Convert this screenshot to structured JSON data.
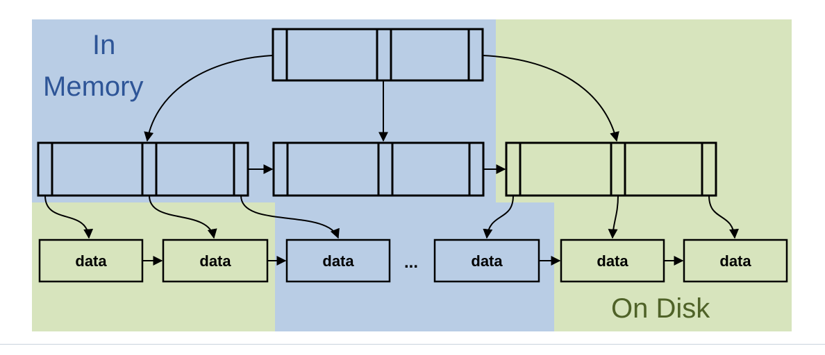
{
  "labels": {
    "in_memory_line1": "In",
    "in_memory_line2": "Memory",
    "on_disk": "On Disk"
  },
  "leaf_label": "data",
  "ellipsis": "...",
  "colors": {
    "memory": "#b9cde5",
    "disk": "#d7e4bd",
    "memory_text": "#2e5597",
    "disk_text": "#4f6228",
    "stroke": "#000000"
  }
}
